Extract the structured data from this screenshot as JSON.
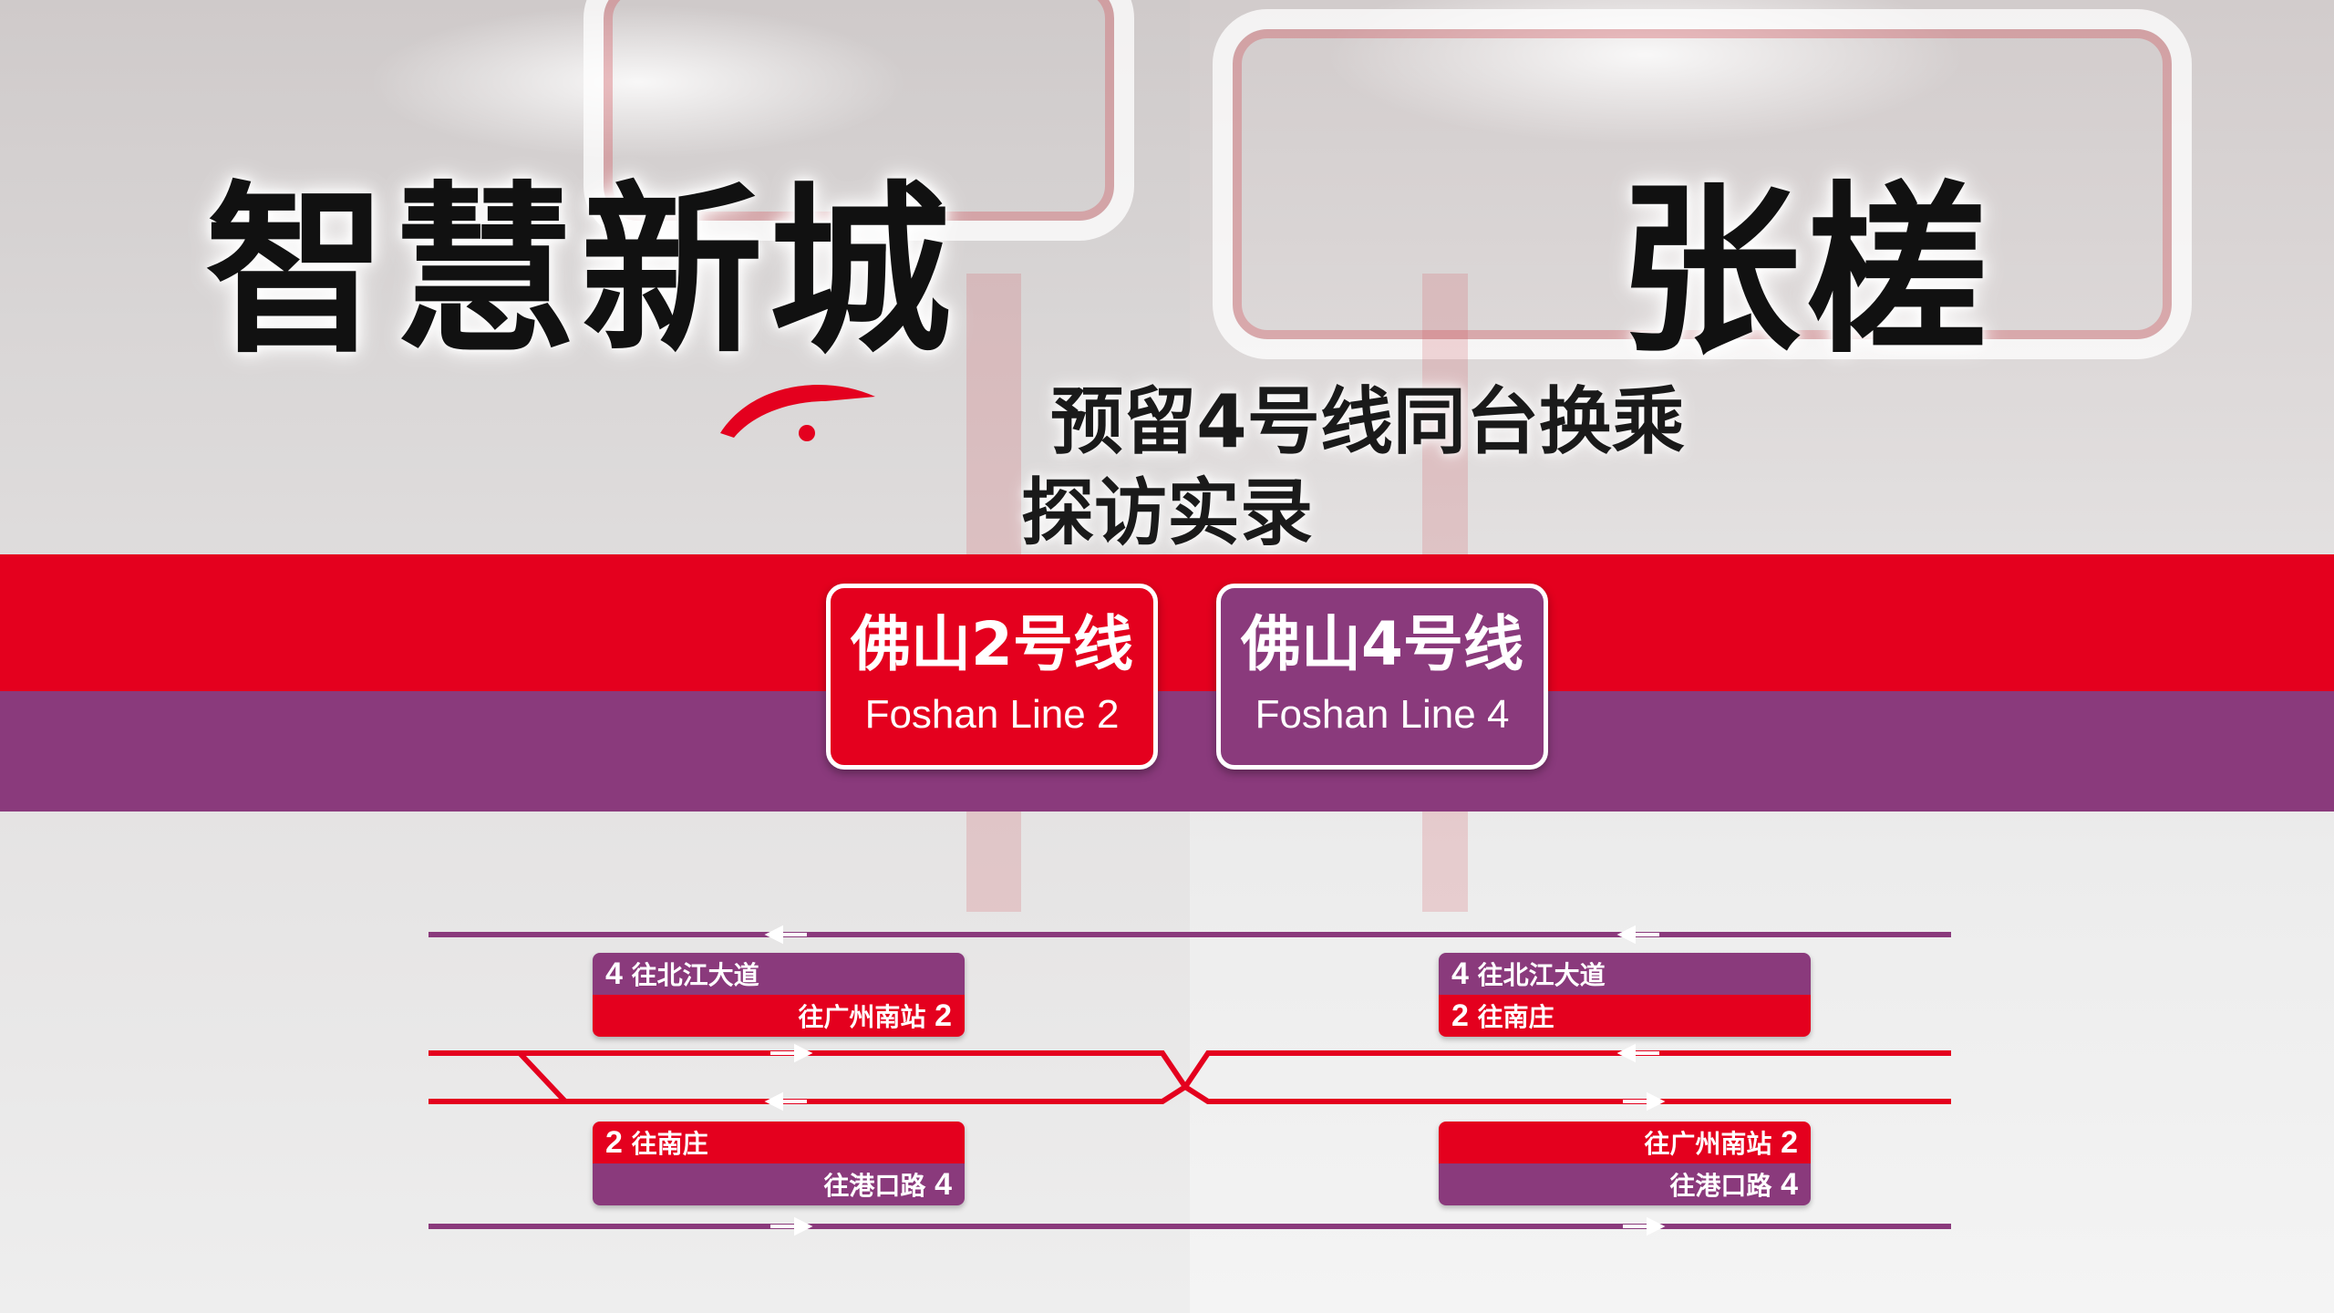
{
  "stations": {
    "left": "智慧新城",
    "right": "张槎"
  },
  "headline": {
    "line1": "预留4号线同台换乘",
    "line2": "探访实录"
  },
  "lines": [
    {
      "zh": "佛山2号线",
      "en": "Foshan Line 2",
      "color": "#e4001e"
    },
    {
      "zh": "佛山4号线",
      "en": "Foshan Line 4",
      "color": "#8a3a7c"
    }
  ],
  "platforms": {
    "left_top": {
      "top_num": "4",
      "top_text": "往北江大道",
      "bottom_text": "往广州南站",
      "bottom_num": "2"
    },
    "left_bottom": {
      "top_num": "2",
      "top_text": "往南庄",
      "bottom_text": "往港口路",
      "bottom_num": "4"
    },
    "right_top": {
      "top_num": "4",
      "top_text": "往北江大道",
      "bottom_num": "2",
      "bottom_text": "往南庄"
    },
    "right_bottom": {
      "top_text": "往广州南站",
      "top_num": "2",
      "bottom_text": "往港口路",
      "bottom_num": "4"
    }
  },
  "colors": {
    "line2_red": "#e4001e",
    "line4_purple": "#8a3a7c"
  },
  "icons": [
    "brand-swoosh-icon",
    "arrow-left-icon",
    "arrow-right-icon"
  ]
}
